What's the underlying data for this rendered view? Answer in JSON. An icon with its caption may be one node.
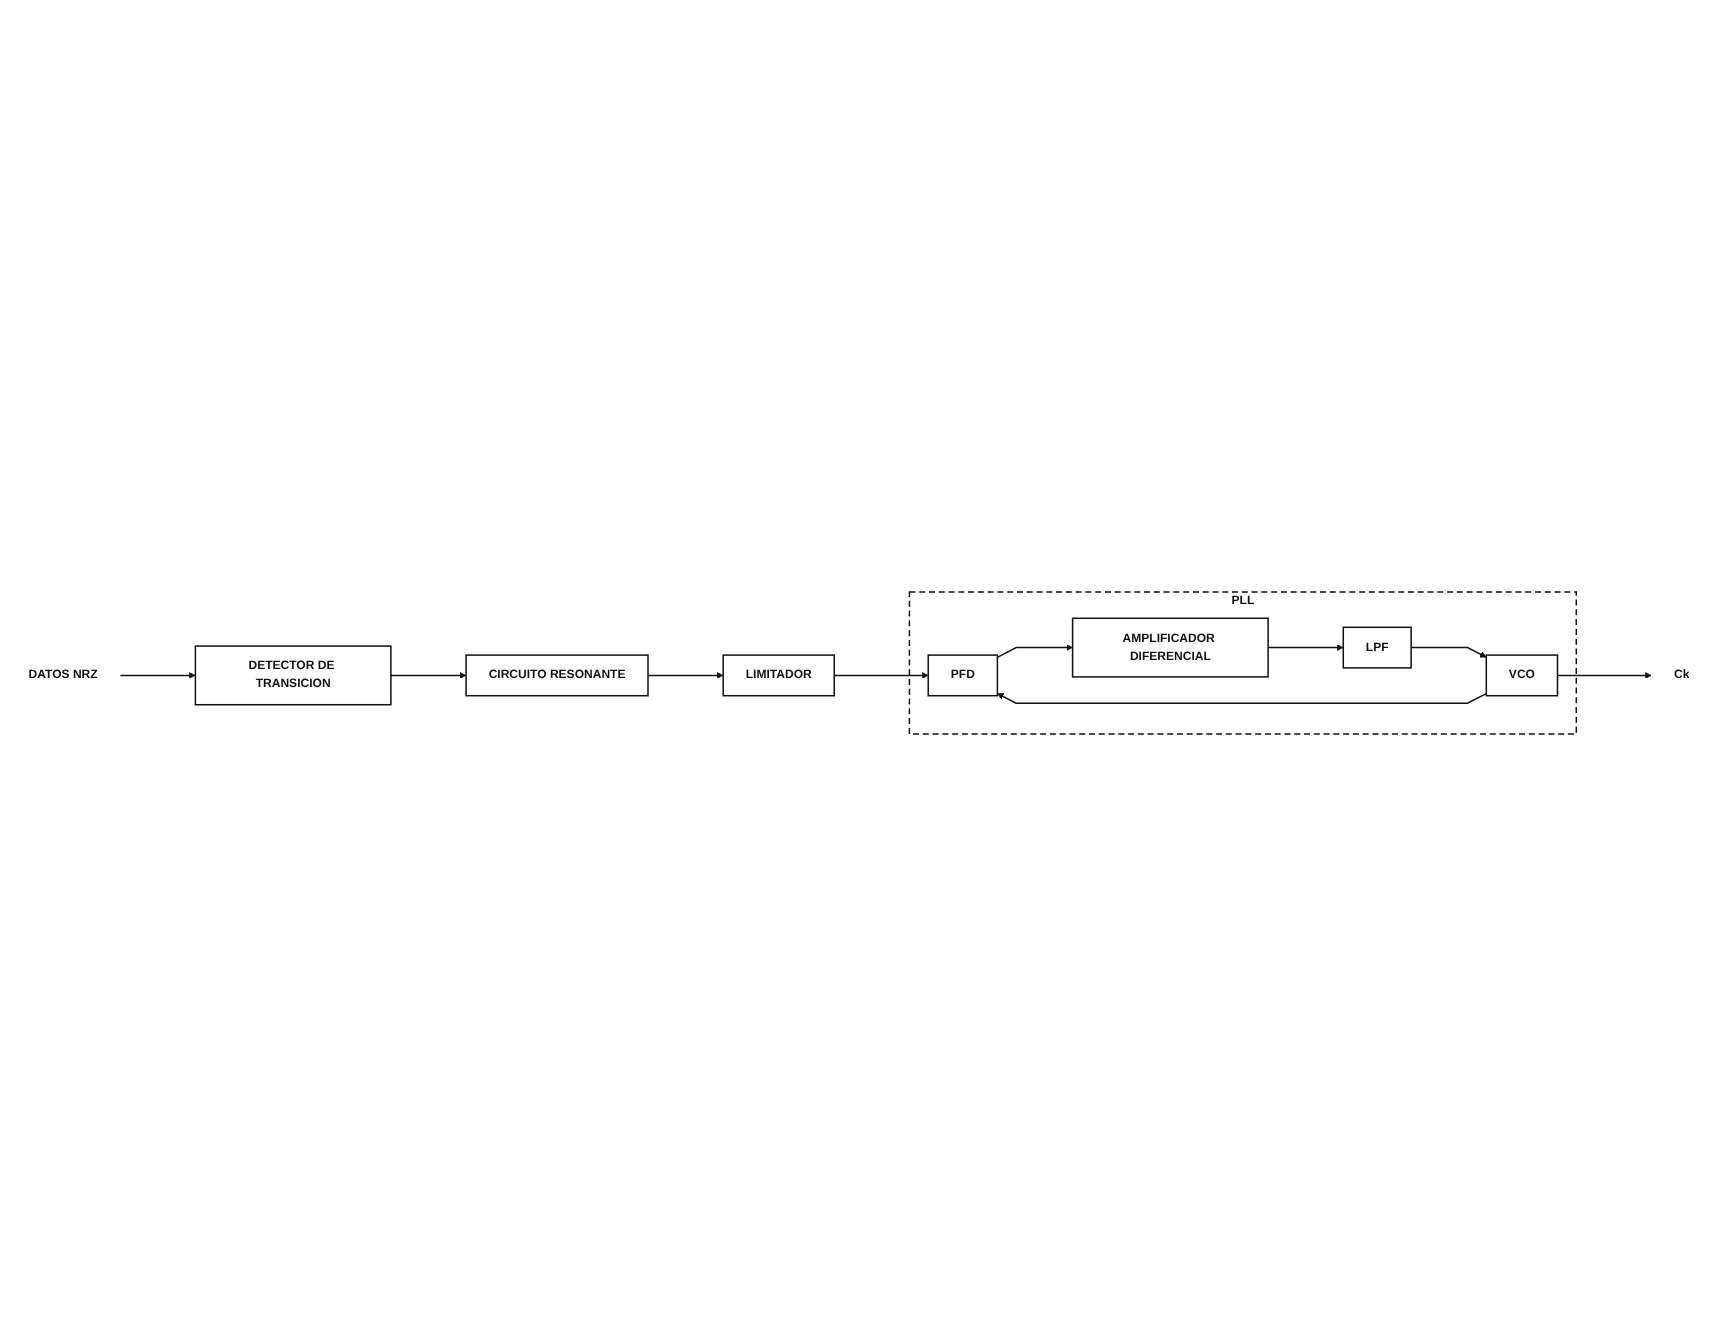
{
  "diagram": {
    "nodes": [
      {
        "text": [
          "DATOS NRZ"
        ]
      },
      {
        "text": [
          "DETECTOR DE TRANSICION"
        ]
      },
      {
        "text": [
          "CIRCUITO RESONANTE"
        ]
      },
      {
        "text": [
          "LIMITADOR"
        ]
      },
      {
        "text": [
          "PLL"
        ]
      },
      {
        "text": [
          "PFD"
        ],
        "in": 4
      },
      {
        "text": [
          "AMPLIFICADOR DIFERENCIAL"
        ],
        "in": 4
      },
      {
        "text": [
          "LPF"
        ],
        "in": 4
      },
      {
        "text": [
          "VCO"
        ],
        "in": 4
      },
      {
        "text": [
          "Ck"
        ]
      }
    ],
    "edges": [
      {
        "from": 0,
        "to": 1,
        "arrow": "to"
      },
      {
        "from": 1,
        "to": 2,
        "arrow": "to"
      },
      {
        "from": 2,
        "to": 3,
        "arrow": "to"
      },
      {
        "from": 3,
        "to": 5,
        "arrow": "to"
      },
      {
        "from": 5,
        "to": 6,
        "arrow": "to"
      },
      {
        "from": 6,
        "to": 7,
        "arrow": "to"
      },
      {
        "from": 7,
        "to": 8,
        "arrow": "to"
      },
      {
        "from": 8,
        "to": 5,
        "arrow": "to"
      },
      {
        "from": 8,
        "to": 9,
        "arrow": "to"
      }
    ]
  }
}
